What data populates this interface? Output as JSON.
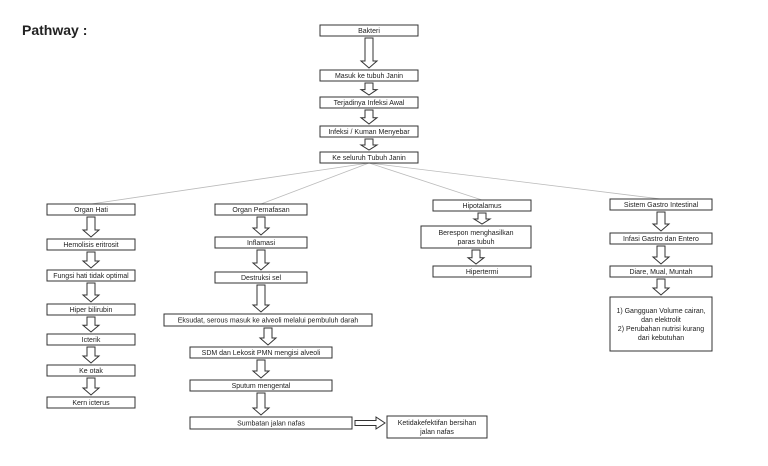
{
  "title": "Pathway :",
  "nodes": {
    "bakteri": [
      "Bakteri"
    ],
    "masuk": [
      "Masuk ke tubuh Janin"
    ],
    "terjadinya": [
      "Terjadinya Infeksi Awal"
    ],
    "infeksi_kuman": [
      "Infeksi / Kuman Menyebar"
    ],
    "keseluruh": [
      "Ke seluruh Tubuh Janin"
    ],
    "organ_hati": [
      "Organ Hati"
    ],
    "hemolisis": [
      "Hemolisis eritrosit"
    ],
    "fungsi_hati": [
      "Fungsi hati tidak optimal"
    ],
    "hiper_bilirubin": [
      "Hiper bilirubin"
    ],
    "icterik": [
      "Icterik"
    ],
    "ke_otak": [
      "Ke otak"
    ],
    "kern_icterus": [
      "Kern icterus"
    ],
    "organ_pernafasan": [
      "Organ Pernafasan"
    ],
    "inflamasi": [
      "Inflamasi"
    ],
    "destruksi": [
      "Destruksi sel"
    ],
    "eksudat": [
      "Eksudat, serous masuk ke alveoli melalui pembuluh darah"
    ],
    "sdm": [
      "SDM dan Lekosit PMN mengisi alveoli"
    ],
    "sputum": [
      "Sputum mengental"
    ],
    "sumbatan": [
      "Sumbatan jalan nafas"
    ],
    "ketidakefektifan": [
      "Ketidakefektifan bersihan",
      "jalan nafas"
    ],
    "hipotalamus": [
      "Hipotalamus"
    ],
    "berespon": [
      "Berespon menghasilkan",
      "paras tubuh"
    ],
    "hipertermi": [
      "Hipertermi"
    ],
    "sistem_gastro": [
      "Sistem Gastro Intestinal"
    ],
    "infasi_gastro": [
      "Infasi Gastro dan Entero"
    ],
    "diare": [
      "Diare, Mual, Muntah"
    ],
    "gangguan": [
      "1) Gangguan Volume cairan,",
      "dan elektrolit",
      "2) Perubahan nutrisi kurang",
      "dari kebutuhan"
    ]
  }
}
